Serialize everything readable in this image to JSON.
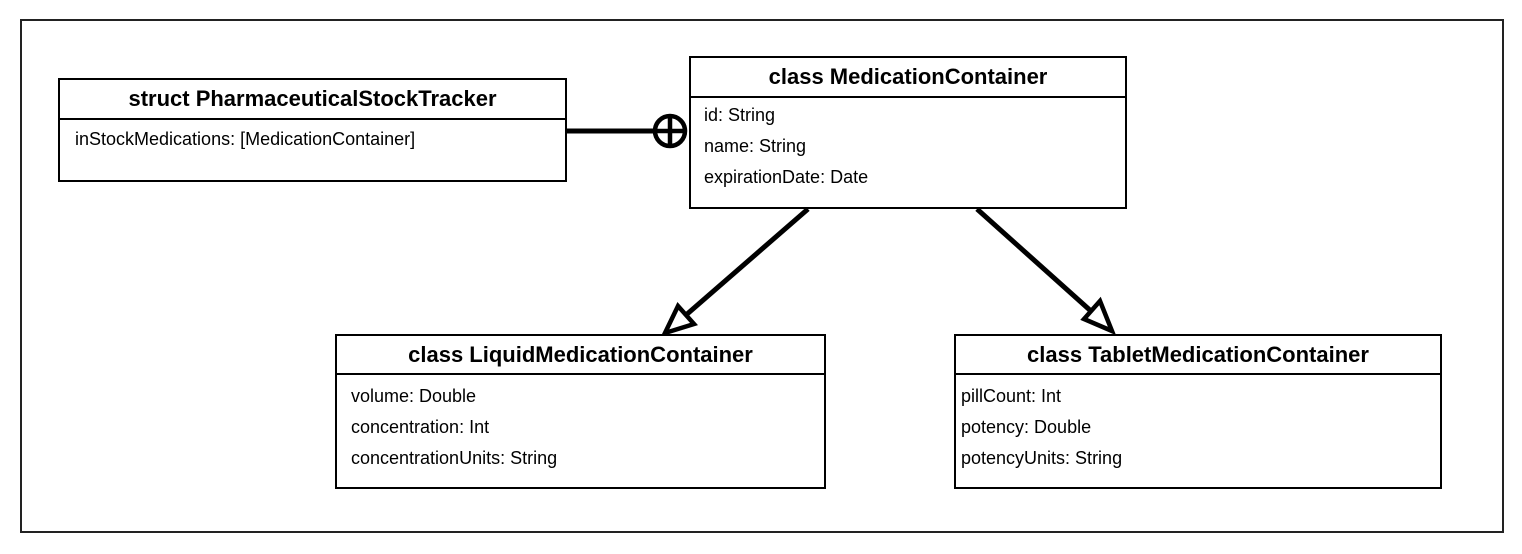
{
  "diagram": {
    "classes": {
      "tracker": {
        "title": "struct PharmaceuticalStockTracker",
        "attributes": [
          "inStockMedications: [MedicationContainer]"
        ]
      },
      "medication": {
        "title": "class MedicationContainer",
        "attributes": [
          "id: String",
          "name: String",
          "expirationDate: Date"
        ]
      },
      "liquid": {
        "title": "class LiquidMedicationContainer",
        "attributes": [
          "volume: Double",
          "concentration: Int",
          "concentrationUnits: String"
        ]
      },
      "tablet": {
        "title": "class TabletMedicationContainer",
        "attributes": [
          "pillCount: Int",
          "potency: Double",
          "potencyUnits: String"
        ]
      }
    },
    "relationships": [
      {
        "type": "containment",
        "from": "tracker",
        "to": "medication"
      },
      {
        "type": "generalization",
        "from": "medication",
        "to": "liquid"
      },
      {
        "type": "generalization",
        "from": "medication",
        "to": "tablet"
      }
    ],
    "colors": {
      "line": "#000000",
      "frame": "#222222",
      "background": "#ffffff"
    }
  }
}
